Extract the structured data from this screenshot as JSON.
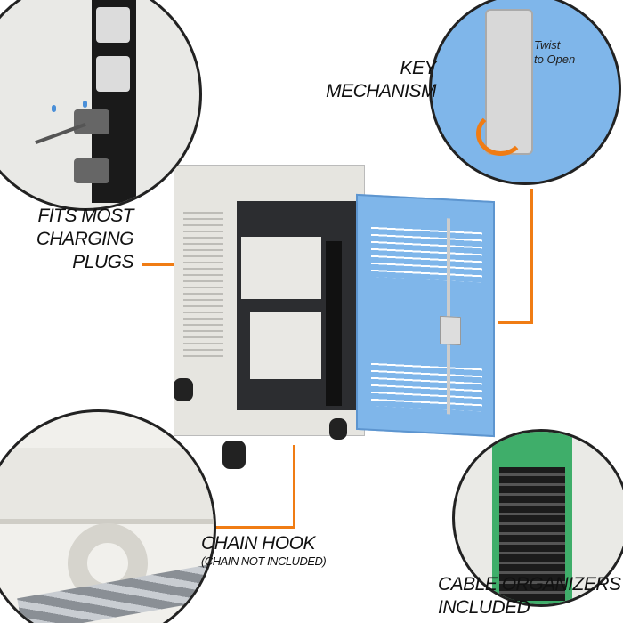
{
  "callouts": {
    "plugs": "FITS MOST\nCHARGING\nPLUGS",
    "key": "KEY\nMECHANISM",
    "twist": "Twist\nto Open",
    "chain": "CHAIN HOOK",
    "chain_note": "(CHAIN NOT INCLUDED)",
    "organizers": "CABLE ORGANIZERS\nINCLUDED"
  },
  "colors": {
    "accent": "#f07c14",
    "door": "#7fb6ea",
    "cabinet": "#e6e5e0"
  }
}
